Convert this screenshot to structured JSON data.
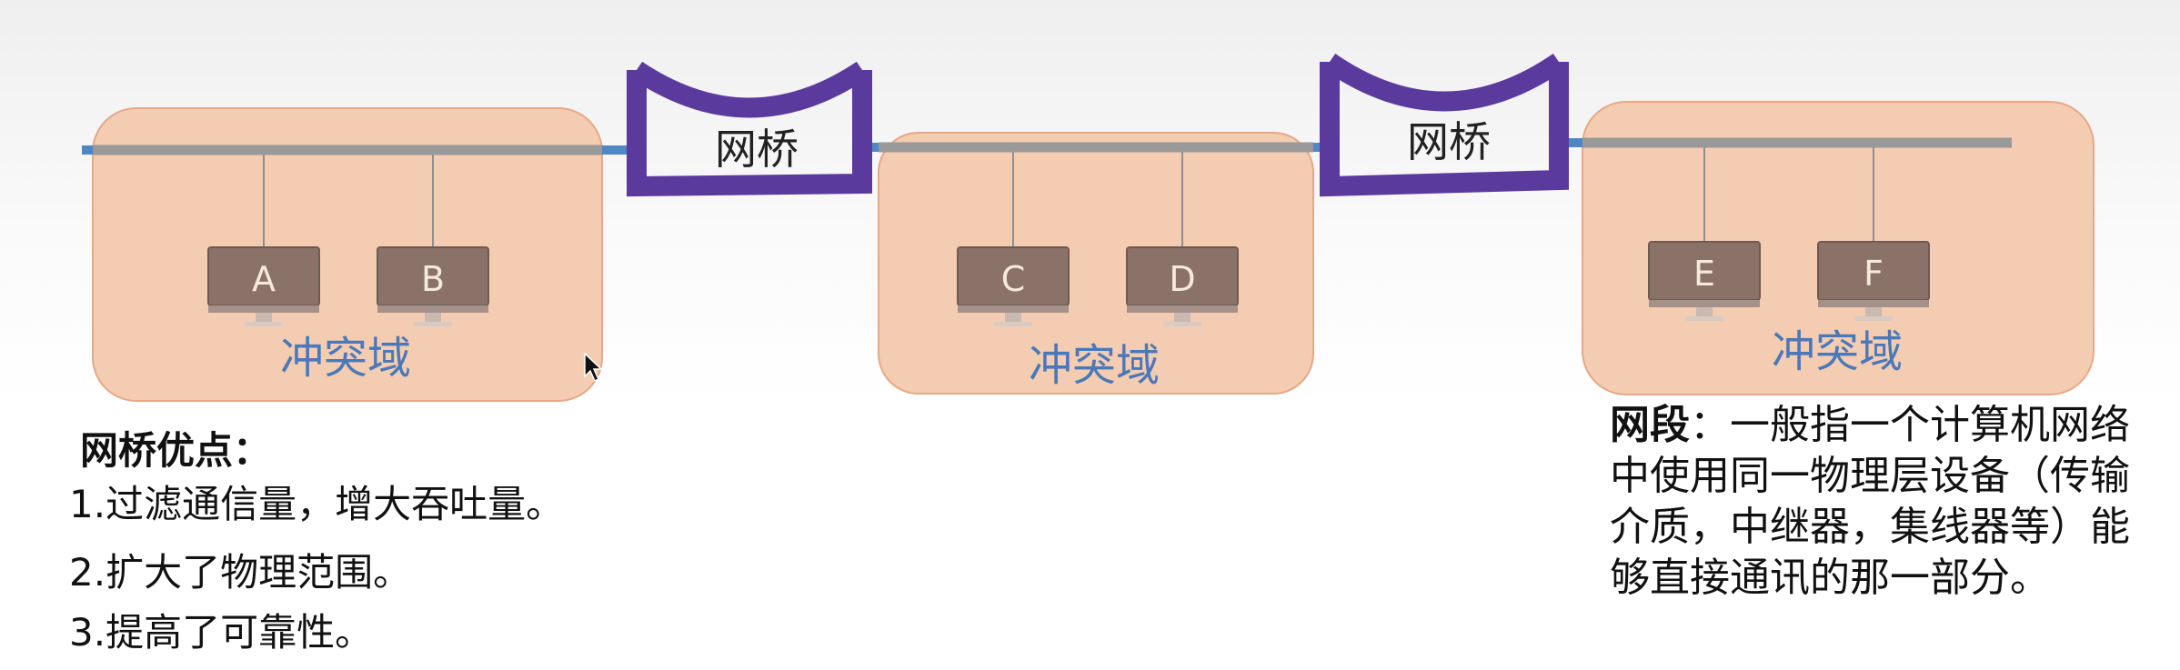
{
  "diagram": {
    "bridge_label": "网桥",
    "domain_label": "冲突域",
    "computers": [
      "A",
      "B",
      "C",
      "D",
      "E",
      "F"
    ]
  },
  "advantages": {
    "heading": "网桥优点：",
    "items": [
      "1.过滤通信量，增大吞吐量。",
      "2.扩大了物理范围。",
      "3.提高了可靠性。"
    ]
  },
  "segment": {
    "term": "网段",
    "separator": "：",
    "definition": "一般指一个计算机网络中使用同一物理层设备（传输介质，中继器，集线器等）能够直接通讯的那一部分。"
  },
  "colors": {
    "domain_fill": "#f4ccb2",
    "bridge": "#5b3a9e",
    "bus": "#999999",
    "link": "#4f86c6",
    "domain_text": "#4a78b8"
  },
  "icons": [
    "monitor-icon",
    "mouse-cursor-icon"
  ]
}
